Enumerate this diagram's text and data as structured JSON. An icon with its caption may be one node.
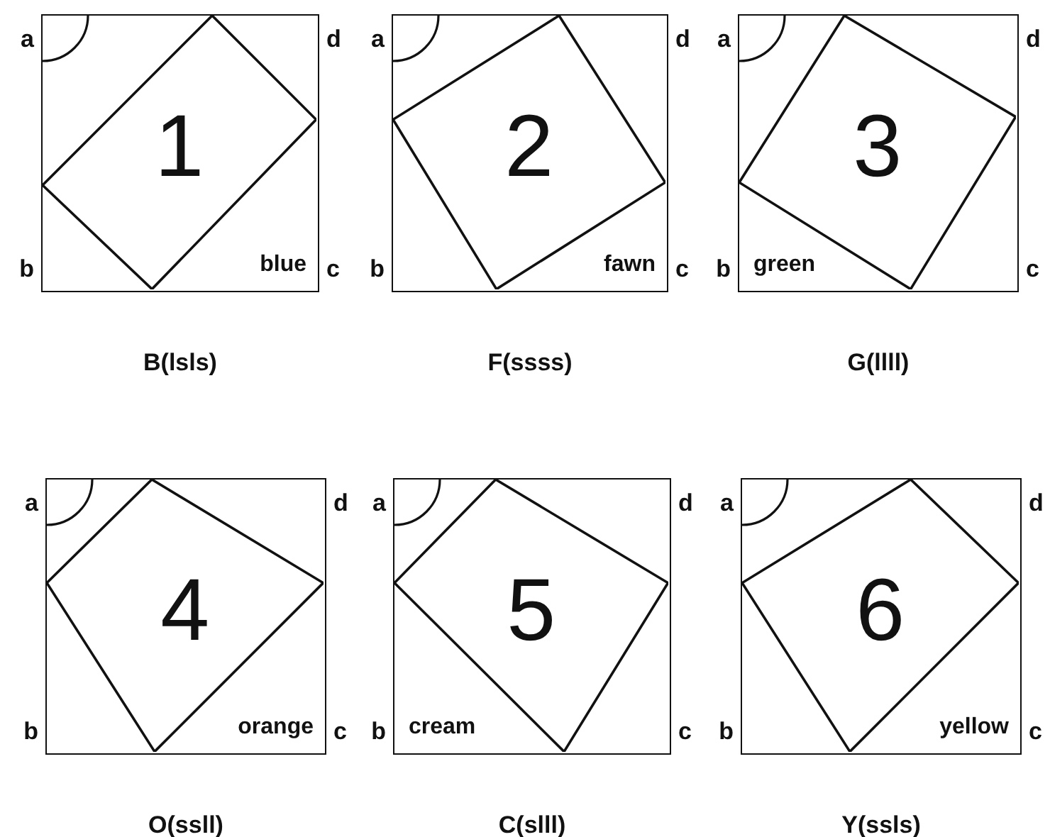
{
  "diagram": {
    "nodes": [
      {
        "text": [
          "1",
          "blue"
        ],
        "beside": [
          "B(lsls)"
        ]
      },
      {
        "text": [
          "2",
          "fawn"
        ],
        "beside": [
          "F(ssss)"
        ]
      },
      {
        "text": [
          "3",
          "green"
        ],
        "beside": [
          "G(llll)"
        ]
      },
      {
        "text": [
          "4",
          "orange"
        ],
        "beside": [
          "O(ssll)"
        ]
      },
      {
        "text": [
          "5",
          "cream"
        ],
        "beside": [
          "C(slll)"
        ]
      },
      {
        "text": [
          "6",
          "yellow"
        ],
        "beside": [
          "Y(ssls)"
        ]
      }
    ],
    "labels": [
      "a",
      "d",
      "b",
      "c",
      "a",
      "d",
      "b",
      "c",
      "a",
      "d",
      "b",
      "c",
      "a",
      "d",
      "b",
      "c",
      "a",
      "d",
      "b",
      "c",
      "a",
      "d",
      "b",
      "c"
    ]
  }
}
